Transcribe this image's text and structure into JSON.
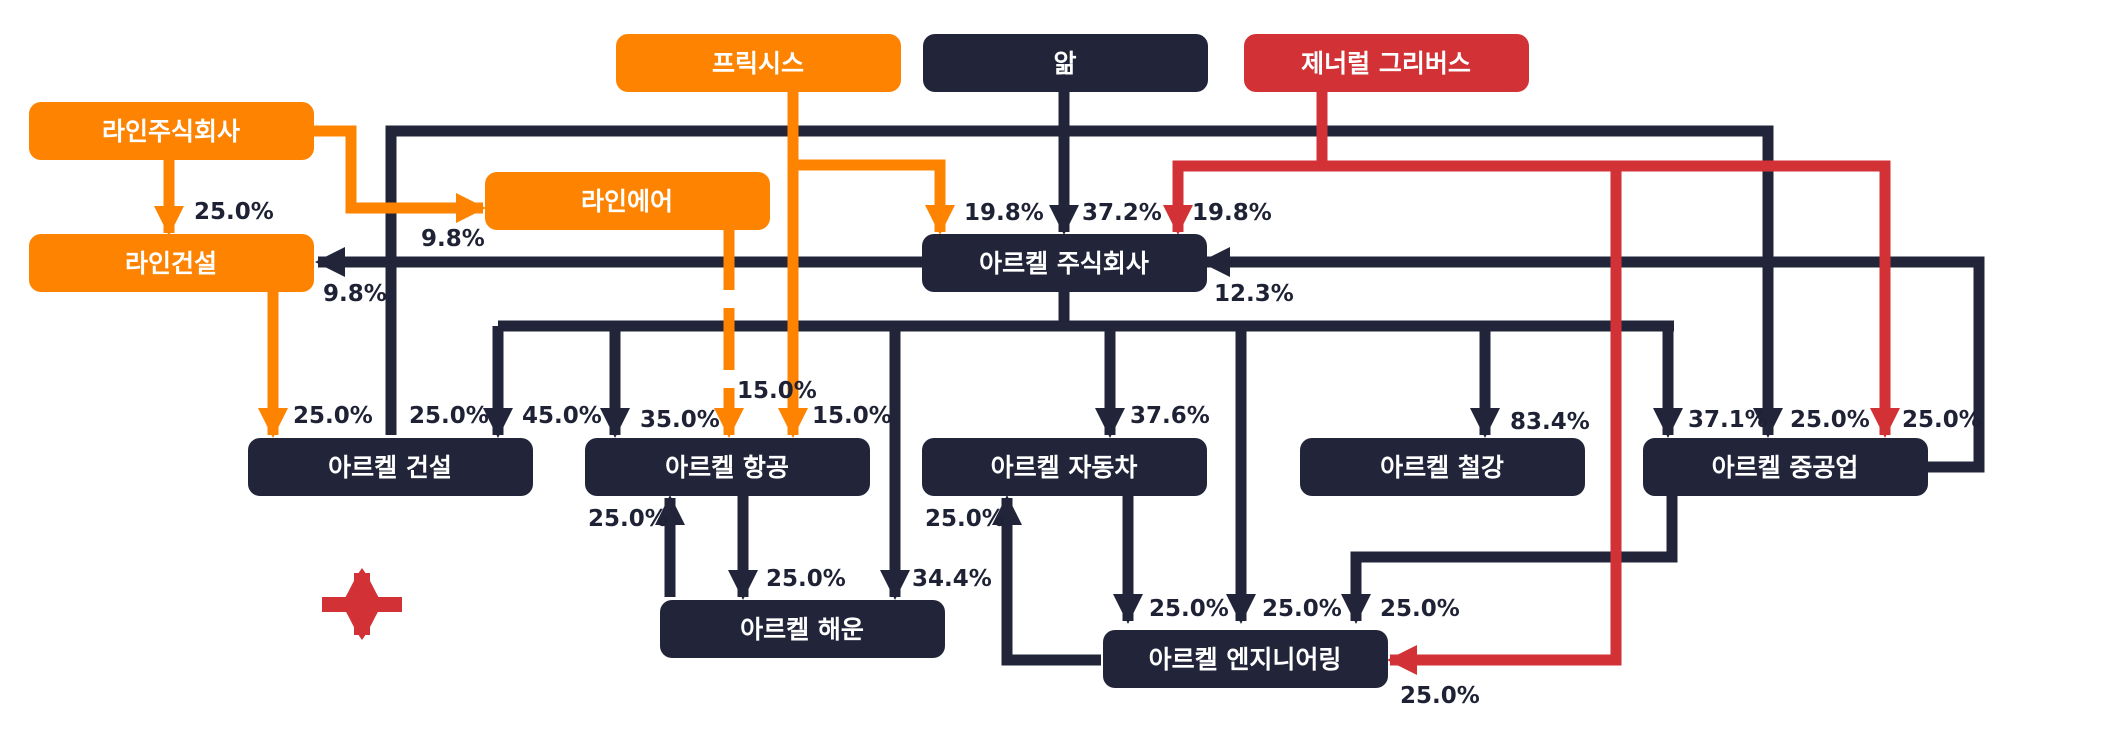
{
  "colors": {
    "navy": "#22253a",
    "orange": "#fd8300",
    "red": "#d23236",
    "text": "#1f2235"
  },
  "nodes": {
    "line_corp": {
      "label": "라인주식회사",
      "color": "#fd8300"
    },
    "line_construction": {
      "label": "라인건설",
      "color": "#fd8300"
    },
    "line_air": {
      "label": "라인에어",
      "color": "#fd8300"
    },
    "frixis": {
      "label": "프릭시스",
      "color": "#fd8300"
    },
    "front": {
      "label": "앎",
      "color": "#22253a"
    },
    "general_gribus": {
      "label": "제너럴 그리버스",
      "color": "#d23236"
    },
    "arkel_corp": {
      "label": "아르켈 주식회사",
      "color": "#22253a"
    },
    "arkel_construction": {
      "label": "아르켈 건설",
      "color": "#22253a"
    },
    "arkel_aviation": {
      "label": "아르켈 항공",
      "color": "#22253a"
    },
    "arkel_auto": {
      "label": "아르켈 자동차",
      "color": "#22253a"
    },
    "arkel_steel": {
      "label": "아르켈 철강",
      "color": "#22253a"
    },
    "arkel_heavy": {
      "label": "아르켈 중공업",
      "color": "#22253a"
    },
    "arkel_shipping": {
      "label": "아르켈 해운",
      "color": "#22253a"
    },
    "arkel_engineering": {
      "label": "아르켈 엔지니어링",
      "color": "#22253a"
    }
  },
  "edge_labels": {
    "line_corp_to_line_construction": "25.0%",
    "line_corp_to_line_air": "9.8%",
    "arkel_to_line_construction": "9.8%",
    "frixis_to_arkel": "19.8%",
    "front_to_arkel": "37.2%",
    "gribus_to_arkel": "19.8%",
    "heavy_to_arkel": "12.3%",
    "line_construction_to_arkel_construction": "25.0%",
    "line_corp_to_arkel_construction": "25.0%",
    "arkel_to_arkel_construction": "45.0%",
    "arkel_to_arkel_aviation": "35.0%",
    "line_air_to_arkel_aviation": "15.0%",
    "frixis_to_arkel_aviation": "15.0%",
    "arkel_to_arkel_auto": "37.6%",
    "arkel_to_arkel_steel": "83.4%",
    "arkel_to_arkel_heavy": "37.1%",
    "line_corp_to_arkel_heavy": "25.0%",
    "gribus_to_arkel_heavy": "25.0%",
    "shipping_to_aviation": "25.0%",
    "aviation_to_shipping": "25.0%",
    "arkel_to_arkel_shipping": "34.4%",
    "engineering_to_auto": "25.0%",
    "auto_to_engineering": "25.0%",
    "arkel_to_engineering": "25.0%",
    "heavy_to_engineering": "25.0%",
    "gribus_to_engineering": "25.0%"
  },
  "logo": {
    "name": "red-cross-logo-icon",
    "color": "#d23236"
  }
}
